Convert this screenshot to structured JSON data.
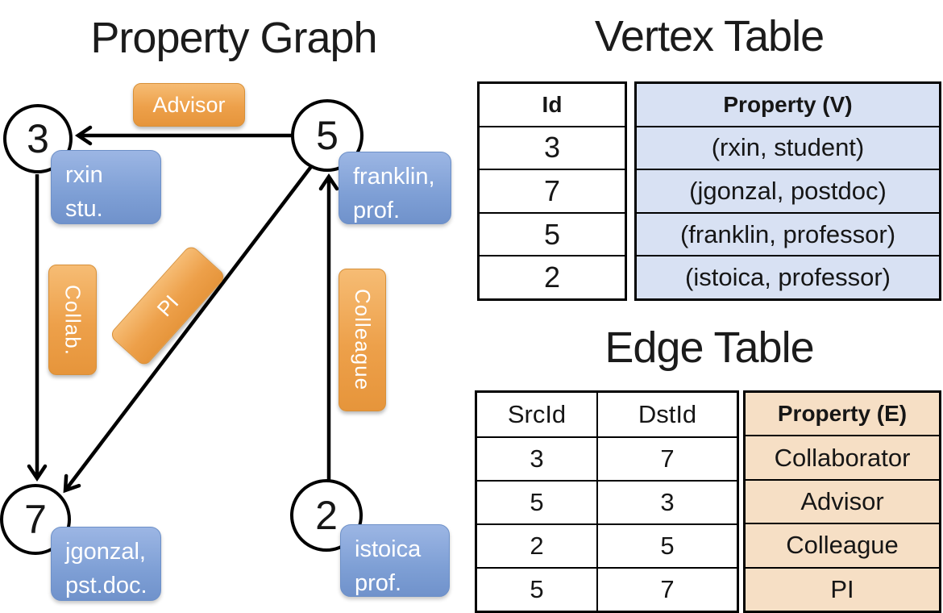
{
  "graph": {
    "title": "Property Graph",
    "nodes": [
      {
        "id": "3",
        "property_lines": [
          "rxin",
          "stu."
        ]
      },
      {
        "id": "5",
        "property_lines": [
          "franklin,",
          "prof."
        ]
      },
      {
        "id": "7",
        "property_lines": [
          "jgonzal,",
          "pst.doc."
        ]
      },
      {
        "id": "2",
        "property_lines": [
          "istoica",
          "prof."
        ]
      }
    ],
    "edges": [
      {
        "src": "5",
        "dst": "3",
        "label": "Advisor"
      },
      {
        "src": "3",
        "dst": "7",
        "label": "Collab."
      },
      {
        "src": "5",
        "dst": "7",
        "label": "PI"
      },
      {
        "src": "2",
        "dst": "5",
        "label": "Colleague"
      }
    ]
  },
  "vertex_table": {
    "title": "Vertex Table",
    "columns": [
      "Id",
      "Property (V)"
    ],
    "rows": [
      [
        "3",
        "(rxin, student)"
      ],
      [
        "7",
        "(jgonzal, postdoc)"
      ],
      [
        "5",
        "(franklin, professor)"
      ],
      [
        "2",
        "(istoica, professor)"
      ]
    ]
  },
  "edge_table": {
    "title": "Edge Table",
    "columns": [
      "SrcId",
      "DstId",
      "Property (E)"
    ],
    "rows": [
      [
        "3",
        "7",
        "Collaborator"
      ],
      [
        "5",
        "3",
        "Advisor"
      ],
      [
        "2",
        "5",
        "Colleague"
      ],
      [
        "5",
        "7",
        "PI"
      ]
    ]
  },
  "colors": {
    "orange_hi": "#f6bc74",
    "orange_mid": "#eda04a",
    "orange_lo": "#e6953b",
    "orange_border": "#d89038",
    "blue_hi": "#9cb6e4",
    "blue_mid": "#7e9fd5",
    "blue_lo": "#7092cb",
    "blue_border": "#6d90c8",
    "vertex_fill": "#d8e1f3",
    "edge_fill": "#f6dfc5",
    "ink": "#000000"
  }
}
